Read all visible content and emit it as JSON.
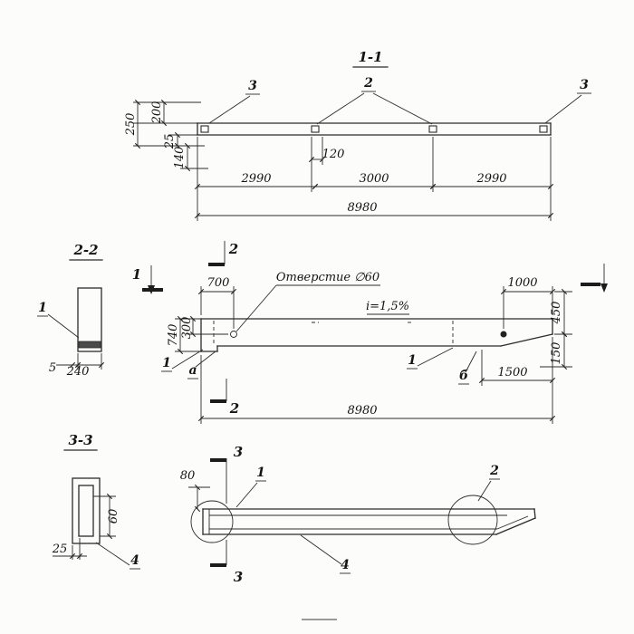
{
  "v11": {
    "title": "1-1",
    "c3l": "3",
    "c2": "2",
    "c3r": "3",
    "d250": "250",
    "d200": "200",
    "d25": "25",
    "d140": "140",
    "d120": "120",
    "d2990a": "2990",
    "d3000": "3000",
    "d2990b": "2990",
    "d8980": "8980"
  },
  "s22": {
    "title": "2-2",
    "c1": "1",
    "d5": "5",
    "d240": "240"
  },
  "elev": {
    "mtop": "2",
    "mbot": "2",
    "mleft": "1",
    "d700": "700",
    "d1000": "1000",
    "hole": "Отверстие ∅60",
    "slope": "i=1,5%",
    "d740": "740",
    "d300": "300",
    "d450": "450",
    "d150": "150",
    "c1l": "1",
    "ca": "а",
    "c1m": "1",
    "cb": "б",
    "d1500": "1500",
    "d8980": "8980"
  },
  "s33": {
    "title": "3-3",
    "d60": "60",
    "d25": "25",
    "c4": "4"
  },
  "plan": {
    "mtop": "3",
    "mbot": "3",
    "d80": "80",
    "c1": "1",
    "c2": "2",
    "c4": "4"
  }
}
